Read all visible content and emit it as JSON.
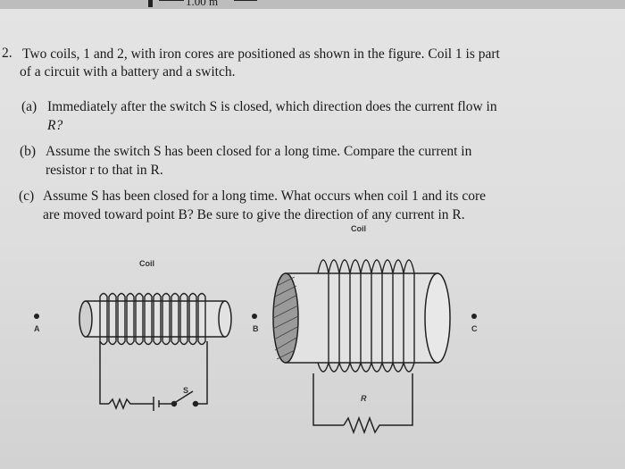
{
  "header": {
    "scale_label": "1.00 m"
  },
  "problem": {
    "number": "2.",
    "intro_line1": "Two coils, 1 and 2, with iron cores are positioned as shown in the figure. Coil 1 is part",
    "intro_line2": "of a circuit with a battery and a switch.",
    "a_label": "(a)",
    "a_line1": "Immediately after the switch S is closed, which direction does the current flow in",
    "a_line2": "R?",
    "b_label": "(b)",
    "b_line1": "Assume the switch S has been closed for a long time. Compare the current in",
    "b_line2": "resistor r to that in R.",
    "c_label": "(c)",
    "c_line1": "Assume S has been closed for a long time. What occurs when coil 1 and its core",
    "c_line2": "are moved toward point B? Be sure to give the direction of any current in R."
  },
  "figure": {
    "coil1_label": "Coil",
    "coil2_label": "Coil",
    "point_a": "A",
    "point_b": "B",
    "point_c": "C",
    "switch_label": "S",
    "resistor_label": "R"
  }
}
